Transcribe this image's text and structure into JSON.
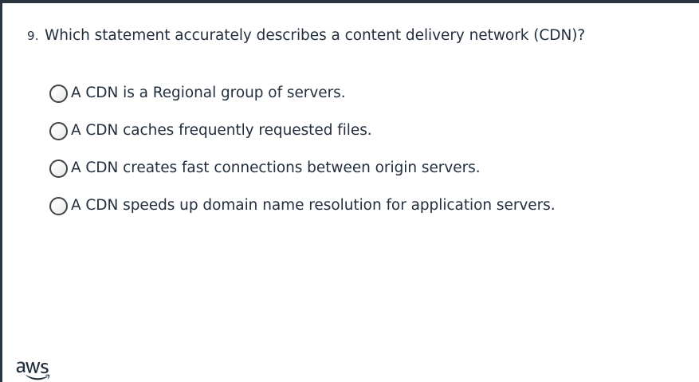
{
  "slide": {
    "question_number": "9.",
    "question_text": "Which statement accurately describes a content delivery network (CDN)?",
    "options": [
      {
        "label": "A CDN is a Regional group of servers."
      },
      {
        "label": "A CDN caches frequently requested files."
      },
      {
        "label": "A CDN creates fast connections between origin servers."
      },
      {
        "label": "A CDN speeds up domain name resolution for application servers."
      }
    ],
    "brand": {
      "name": "aws",
      "logo_icon": "aws-logo-icon"
    },
    "colors": {
      "text": "#232f3e",
      "frame": "#2b3540",
      "radio_ring": "#3f4448",
      "background": "#ffffff"
    }
  }
}
